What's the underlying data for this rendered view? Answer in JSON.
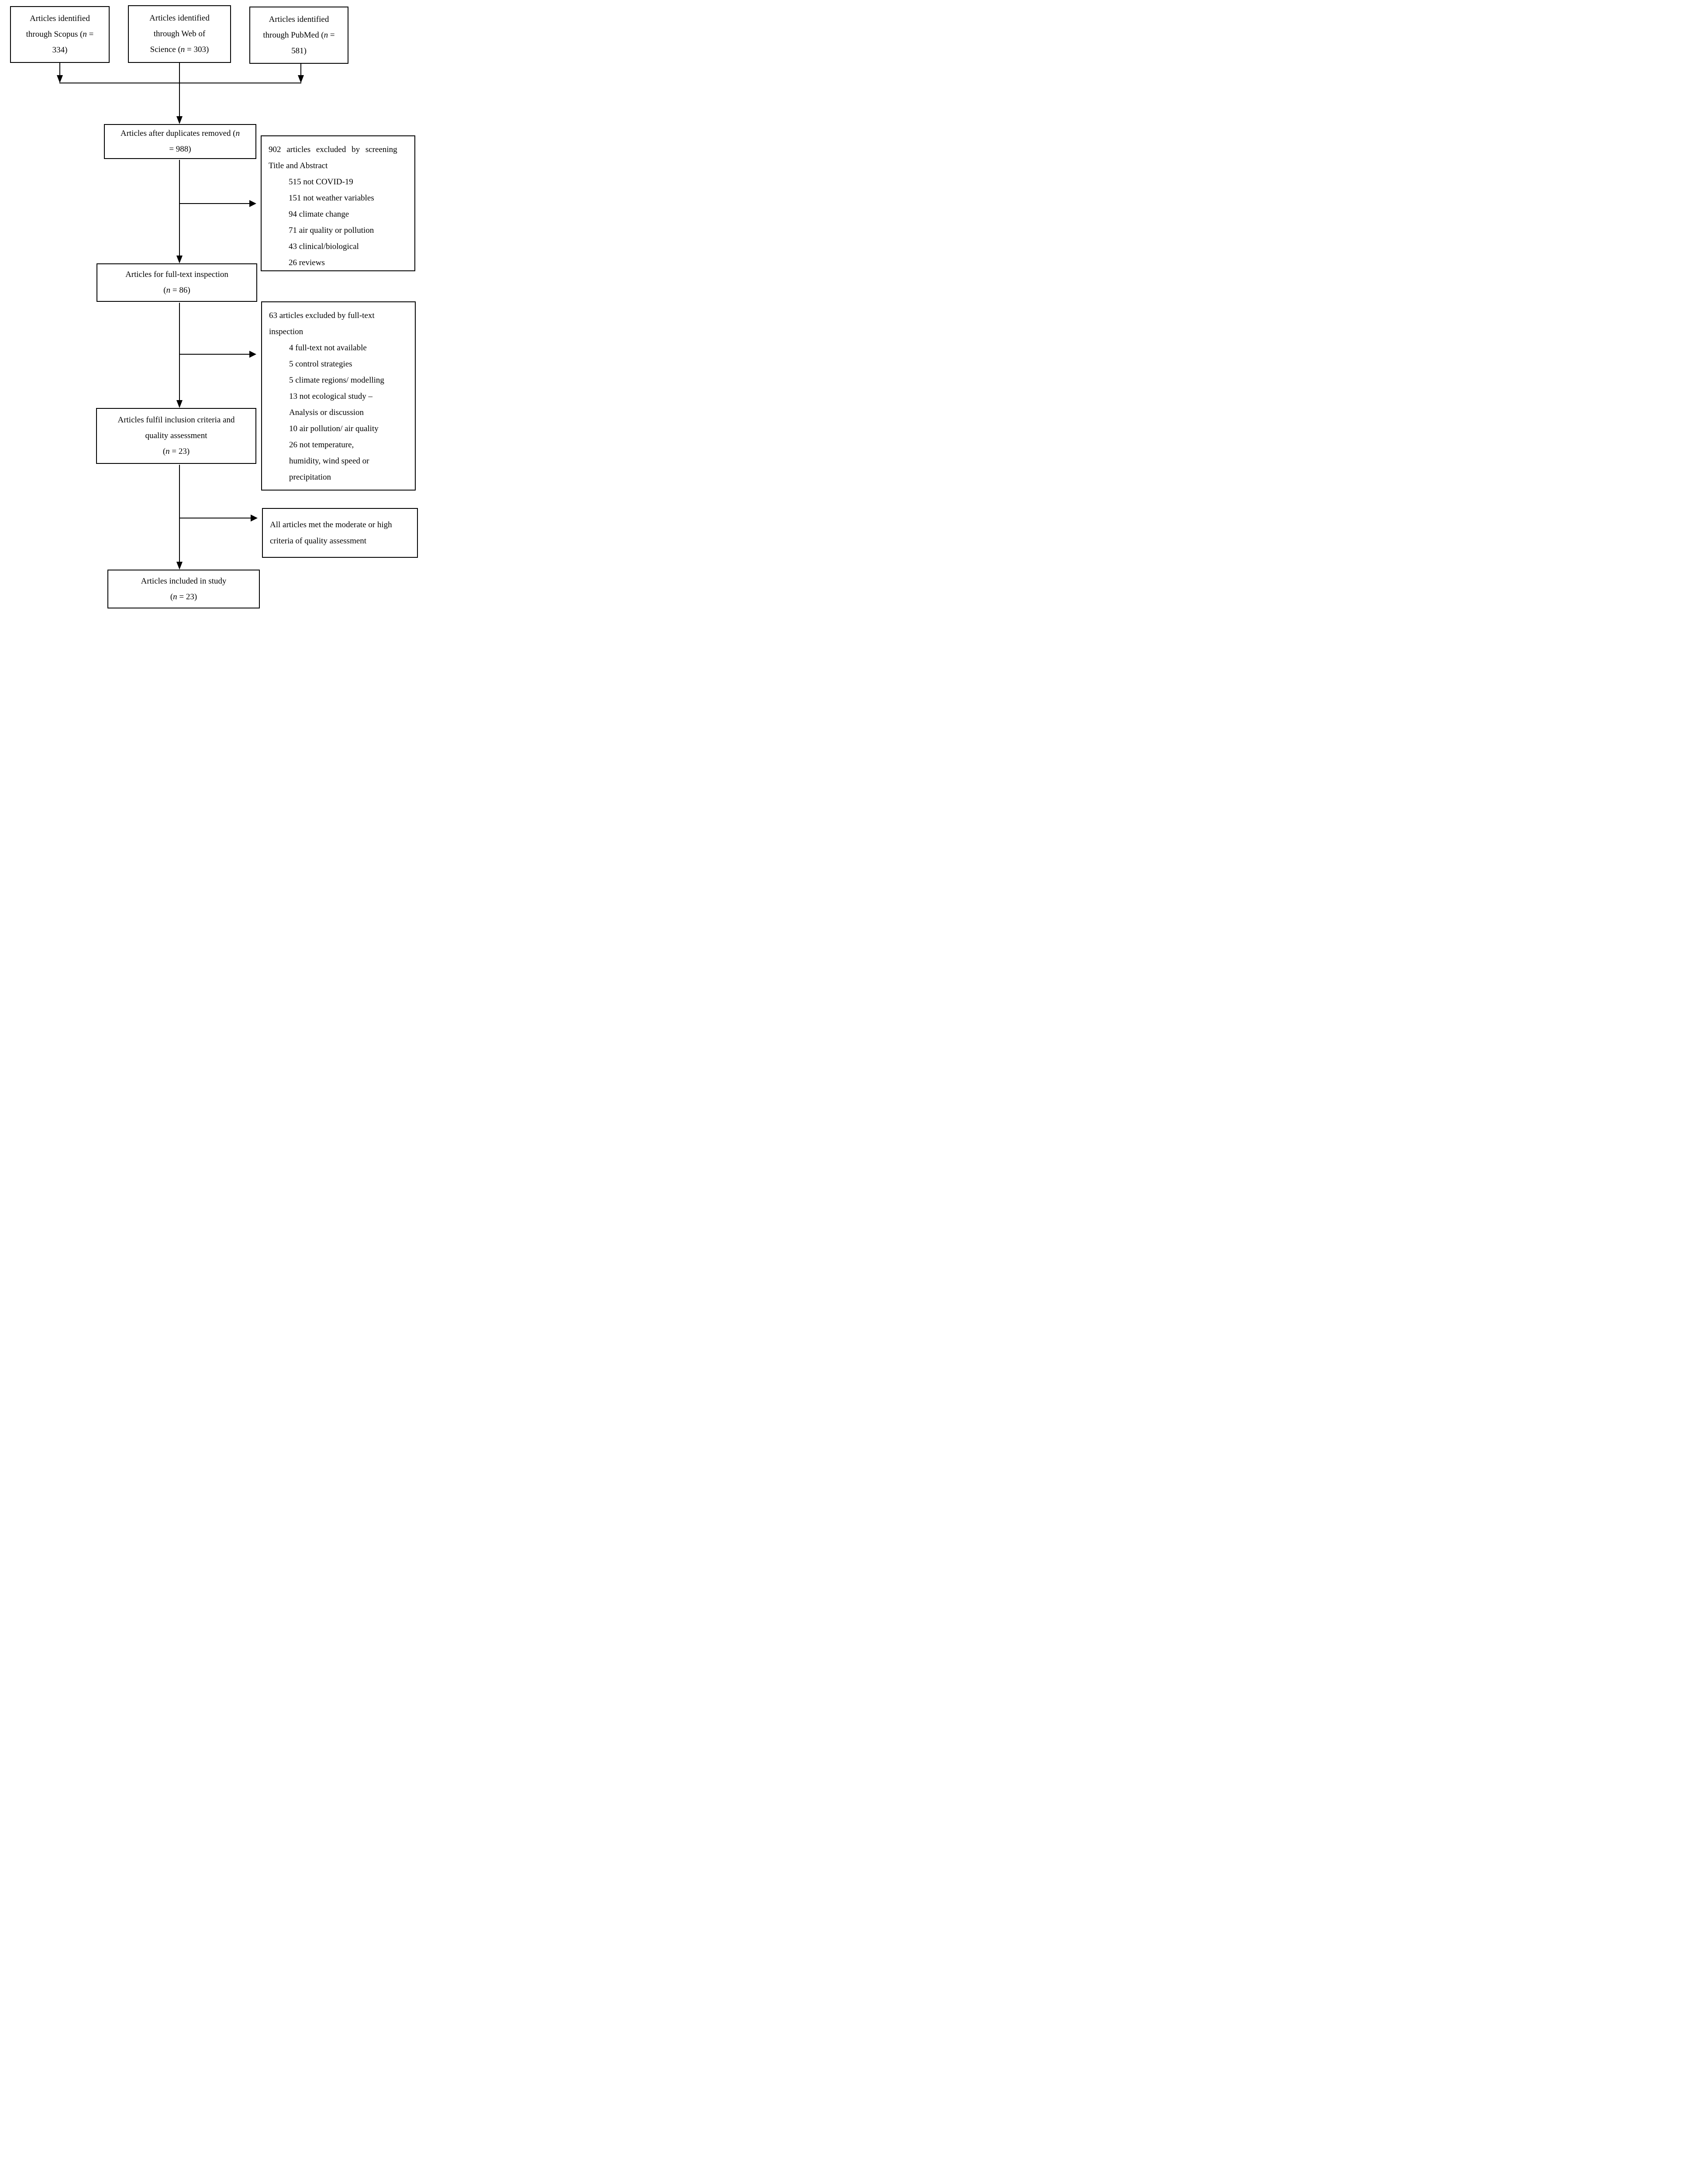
{
  "figure": {
    "type": "prisma-flow-diagram",
    "background_color": "#ffffff",
    "line_color": "#000000",
    "text_color": "#000000"
  },
  "boxes": {
    "scopus": {
      "lines": [
        [
          "Articles identified"
        ],
        [
          "through Scopus (",
          {
            "t": "n",
            "i": true
          },
          " ="
        ],
        [
          "334)"
        ]
      ]
    },
    "web_of_science": {
      "lines": [
        [
          "Articles identified"
        ],
        [
          "through Web of"
        ],
        [
          "Science (",
          {
            "t": "n",
            "i": true
          },
          " = 303)"
        ]
      ]
    },
    "pubmed": {
      "lines": [
        [
          "Articles identified"
        ],
        [
          "through PubMed (",
          {
            "t": "n",
            "i": true
          },
          " ="
        ],
        [
          "581)"
        ]
      ]
    },
    "duplicates": {
      "lines": [
        [
          "Articles after duplicates removed (",
          {
            "t": "n",
            "i": true
          }
        ],
        [
          "= 988)"
        ]
      ]
    },
    "full_text": {
      "lines": [
        [
          "Articles for full-text inspection"
        ],
        [
          "(",
          {
            "t": "n",
            "i": true
          },
          " = 86)"
        ]
      ]
    },
    "inclusion": {
      "lines": [
        [
          "Articles fulfil inclusion criteria and"
        ],
        [
          "quality assessment"
        ],
        [
          "(",
          {
            "t": "n",
            "i": true
          },
          " = 23)"
        ]
      ]
    },
    "included": {
      "lines": [
        [
          "Articles included in study"
        ],
        [
          "(",
          {
            "t": "n",
            "i": true
          },
          " = 23)"
        ]
      ]
    }
  },
  "exclusions": {
    "screening": {
      "heading": [
        [
          "902 articles excluded by screening"
        ],
        [
          "Title and Abstract"
        ]
      ],
      "items": [
        [
          "515 not COVID-19"
        ],
        [
          "151 not weather variables"
        ],
        [
          "94 climate change"
        ],
        [
          "71 air quality or pollution"
        ],
        [
          "43 clinical/biological"
        ],
        [
          "26 reviews"
        ]
      ]
    },
    "full_text": {
      "heading": [
        [
          "63 articles excluded by full-text"
        ],
        [
          "inspection"
        ]
      ],
      "items": [
        [
          "4 full-text not available"
        ],
        [
          "5 control strategies"
        ],
        [
          "5 climate regions/ modelling"
        ],
        [
          "13 not ecological study –"
        ],
        [
          "Analysis or discussion"
        ],
        [
          "10 air pollution/ air quality"
        ],
        [
          "26 not temperature,"
        ],
        [
          "humidity, wind speed or"
        ],
        [
          "precipitation"
        ]
      ]
    },
    "quality": {
      "lines": [
        [
          "All articles met the moderate or high"
        ],
        [
          "criteria of quality assessment"
        ]
      ]
    }
  }
}
